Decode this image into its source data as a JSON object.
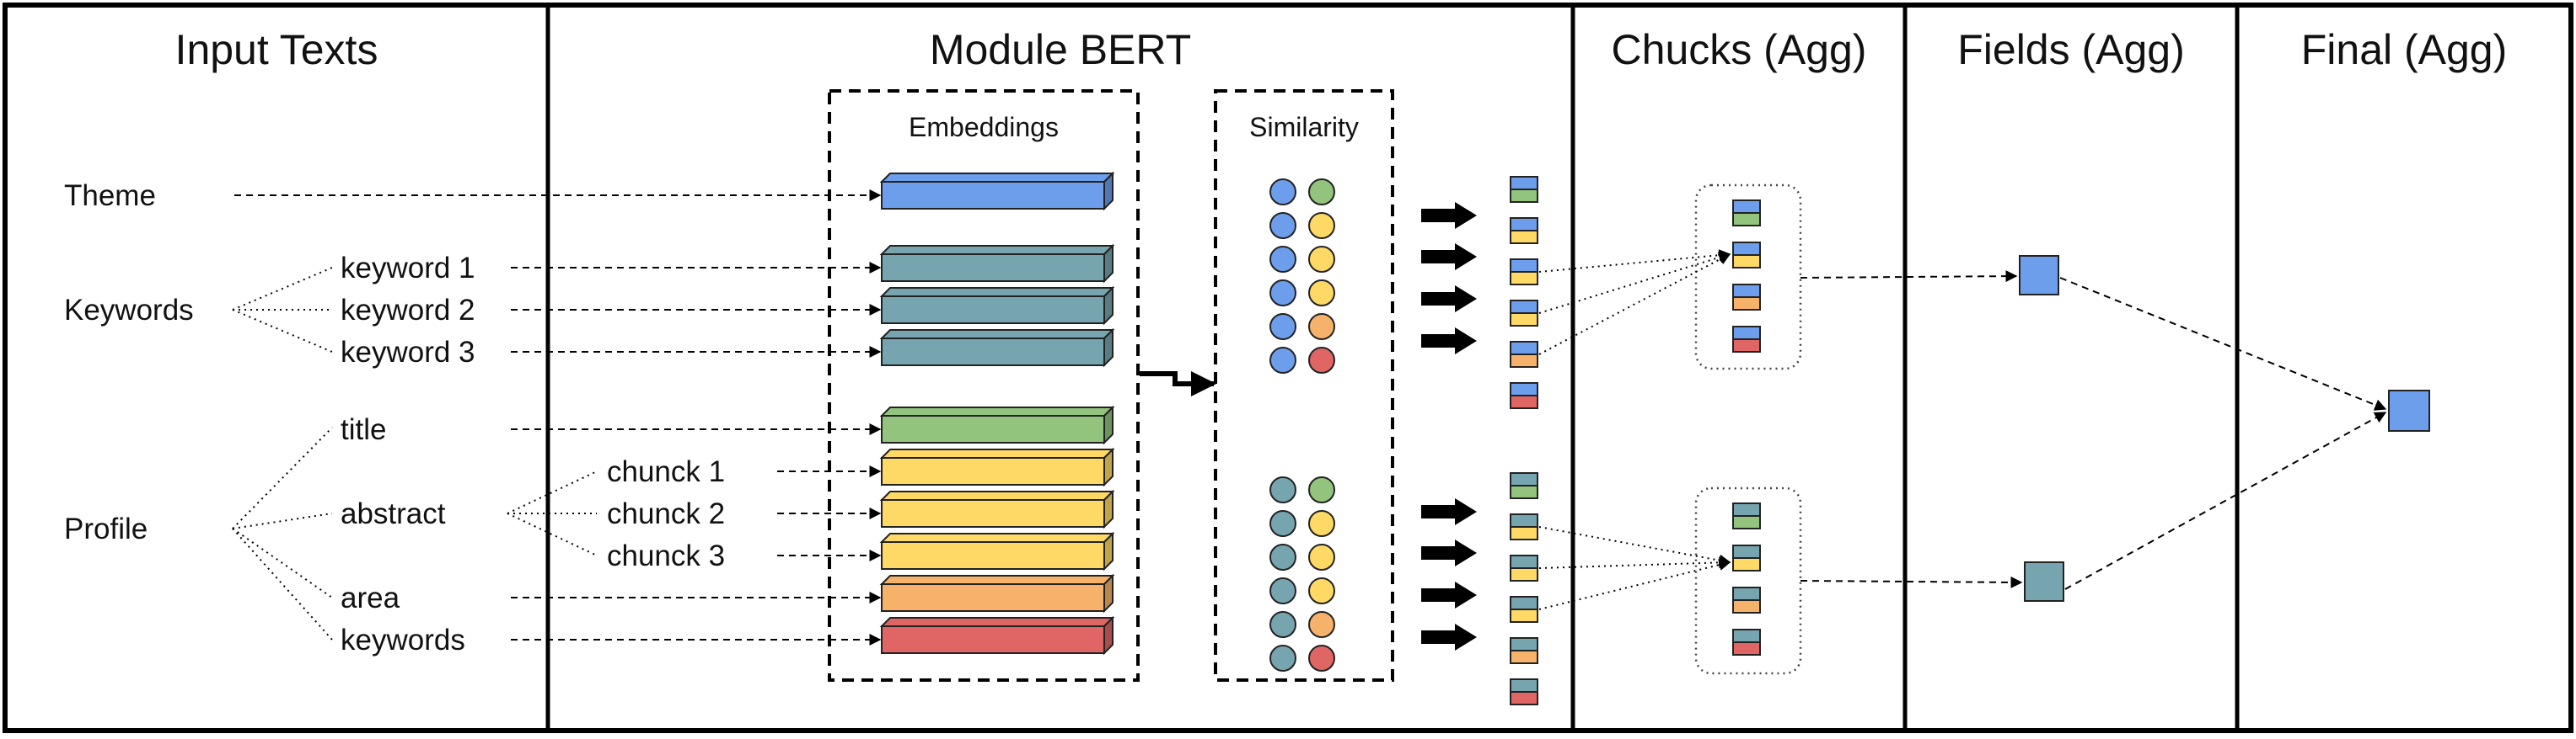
{
  "colors": {
    "blue": "#6d9eeb",
    "teal": "#76a5af",
    "green": "#93c47d",
    "yellow": "#ffd966",
    "orange": "#f6b26b",
    "red": "#e06666"
  },
  "headers": {
    "input_texts": "Input Texts",
    "module_bert": "Module BERT",
    "chunks": "Chucks (Agg)",
    "fields": "Fields (Agg)",
    "final": "Final (Agg)"
  },
  "boxes": {
    "embeddings": "Embeddings",
    "similarity": "Similarity"
  },
  "inputs": {
    "theme": "Theme",
    "keywords": "Keywords",
    "profile": "Profile",
    "keyword_items": [
      "keyword 1",
      "keyword 2",
      "keyword 3"
    ],
    "profile_items": [
      "title",
      "abstract",
      "area",
      "keywords"
    ],
    "chunk_items": [
      "chunck 1",
      "chunck 2",
      "chunck 3"
    ]
  },
  "embedding_bars": [
    {
      "row": 0,
      "color": "blue"
    },
    {
      "row": 1,
      "color": "teal"
    },
    {
      "row": 2,
      "color": "teal"
    },
    {
      "row": 3,
      "color": "teal"
    },
    {
      "row": 4,
      "color": "green"
    },
    {
      "row": 5,
      "color": "yellow"
    },
    {
      "row": 6,
      "color": "yellow"
    },
    {
      "row": 7,
      "color": "yellow"
    },
    {
      "row": 8,
      "color": "orange"
    },
    {
      "row": 9,
      "color": "red"
    }
  ],
  "similarity_groups": [
    {
      "left": "blue",
      "right": [
        "green",
        "yellow",
        "yellow",
        "yellow",
        "orange",
        "red"
      ]
    },
    {
      "left": "teal",
      "right": [
        "green",
        "yellow",
        "yellow",
        "yellow",
        "orange",
        "red"
      ]
    }
  ],
  "pair_stacks": [
    {
      "top": "blue",
      "bottoms": [
        "green",
        "yellow",
        "yellow",
        "yellow",
        "orange",
        "red"
      ]
    },
    {
      "top": "teal",
      "bottoms": [
        "green",
        "yellow",
        "yellow",
        "yellow",
        "orange",
        "red"
      ]
    }
  ],
  "chunk_groups": [
    {
      "top": "blue",
      "bottoms": [
        "green",
        "yellow",
        "orange",
        "red"
      ]
    },
    {
      "top": "teal",
      "bottoms": [
        "green",
        "yellow",
        "orange",
        "red"
      ]
    }
  ],
  "fields": [
    "blue",
    "teal"
  ],
  "final": "blue"
}
